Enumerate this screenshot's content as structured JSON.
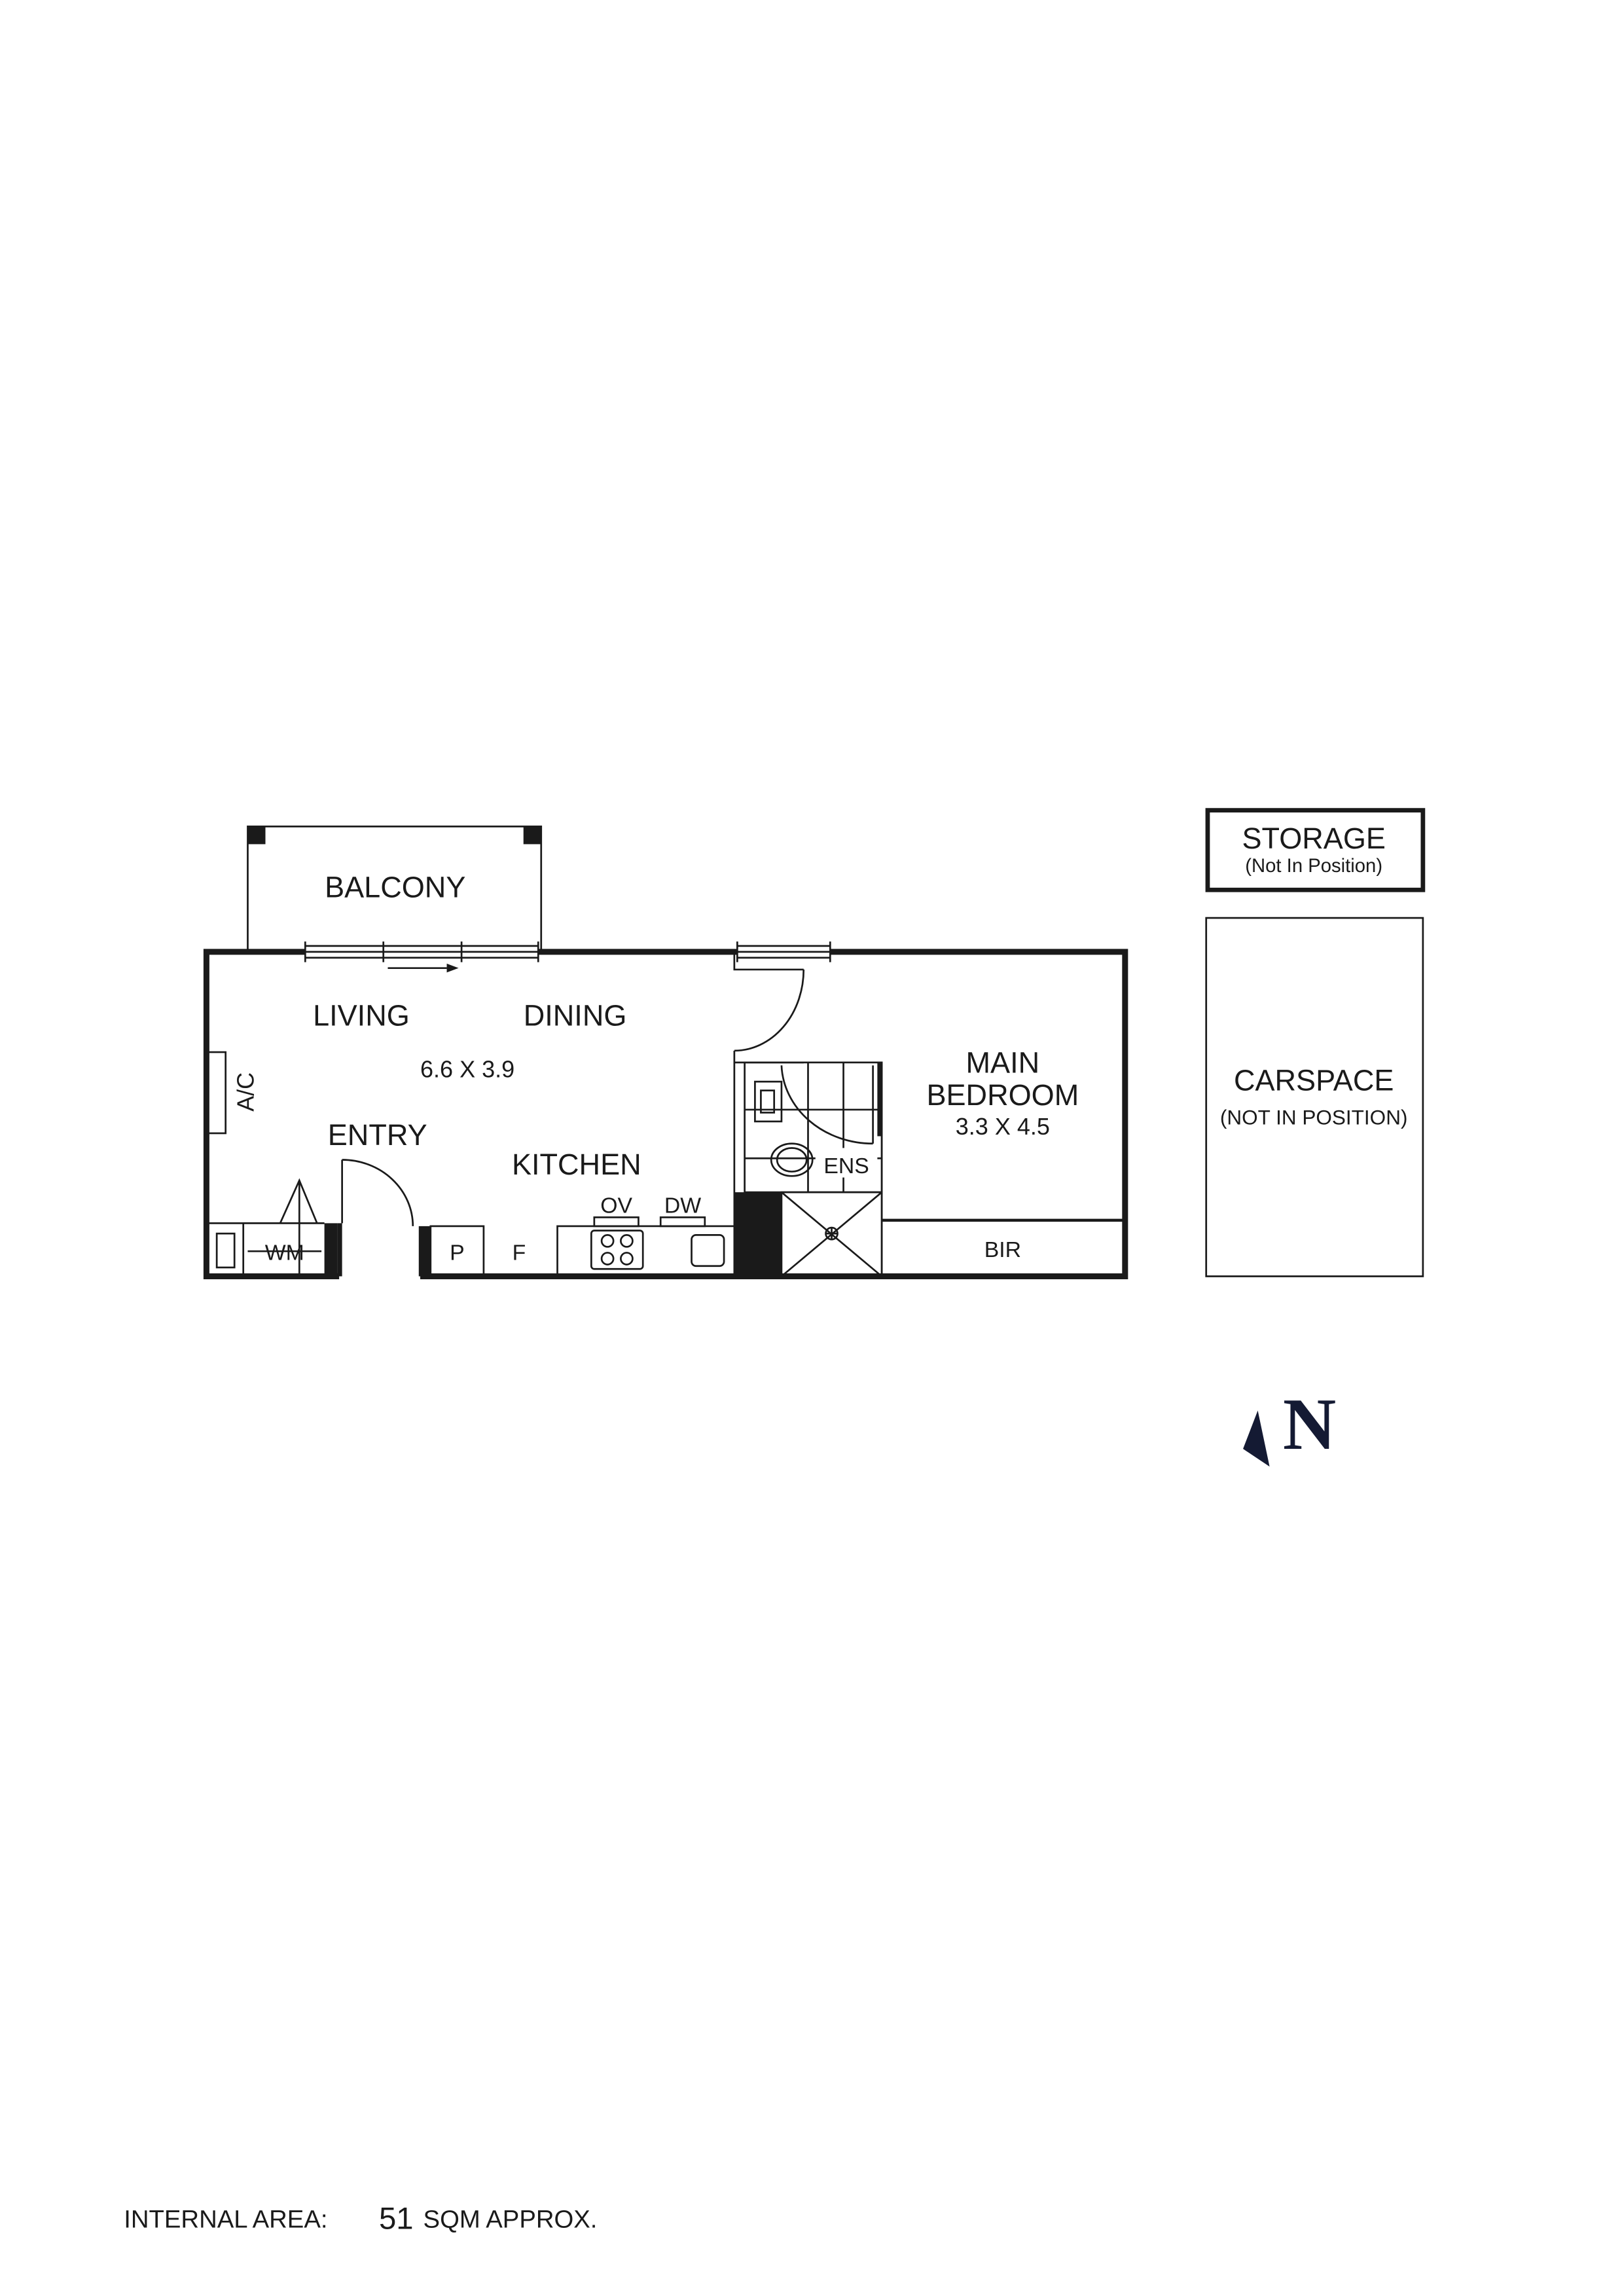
{
  "floorplan": {
    "rooms": {
      "balcony": "BALCONY",
      "living": "LIVING",
      "dining": "DINING",
      "living_dims": "6.6 X 3.9",
      "entry": "ENTRY",
      "kitchen": "KITCHEN",
      "bedroom_line1": "MAIN",
      "bedroom_line2": "BEDROOM",
      "bedroom_dims": "3.3 X 4.5",
      "ensuite": "ENS",
      "bir": "BIR"
    },
    "fixtures": {
      "ac": "A/C",
      "wm": "WM",
      "pantry": "P",
      "fridge": "F",
      "oven": "OV",
      "dishwasher": "DW"
    },
    "storage": {
      "title": "STORAGE",
      "note": "(Not In Position)"
    },
    "carspace": {
      "title": "CARSPACE",
      "note": "(NOT IN POSITION)"
    },
    "north": {
      "label": "N",
      "color": "#141a33"
    }
  },
  "footer": {
    "label": "INTERNAL AREA:",
    "value": "51",
    "unit": "SQM APPROX."
  }
}
